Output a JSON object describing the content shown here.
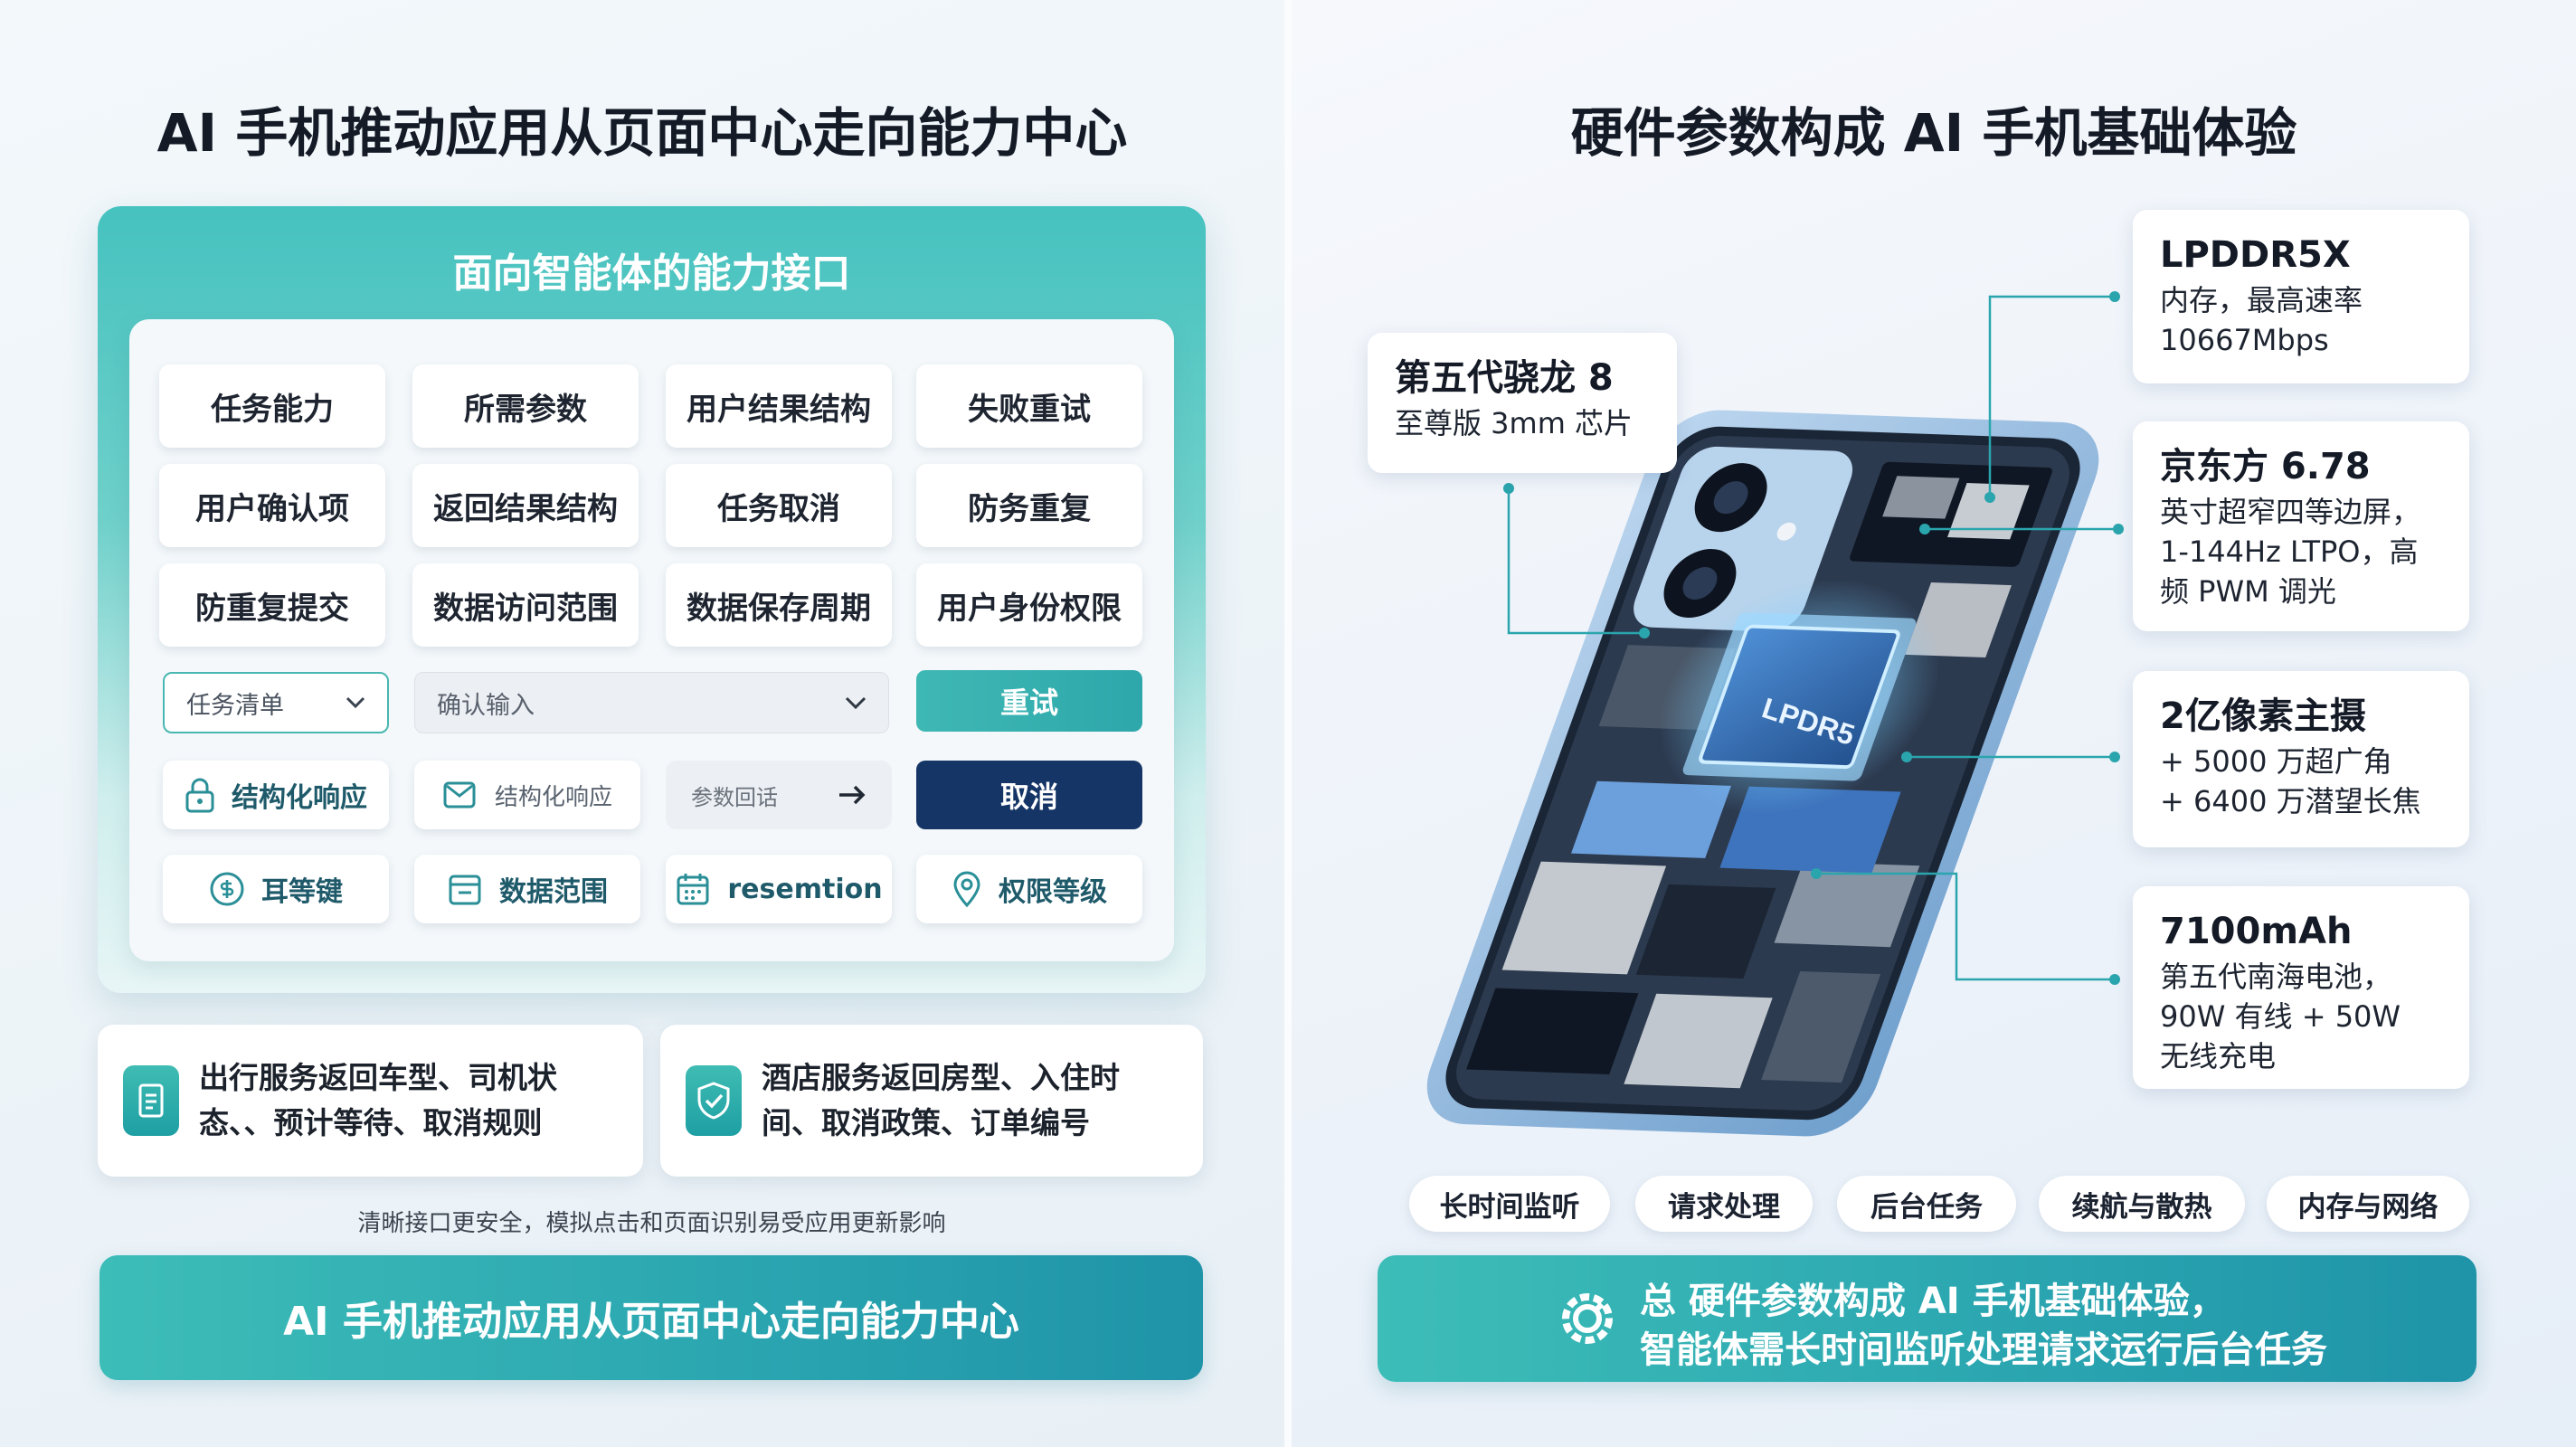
{
  "left": {
    "title": "AI 手机推动应用从页面中心走向能力中心",
    "card_title": "面向智能体的能力接口",
    "chips_row1": [
      "任务能力",
      "所需参数",
      "用户结果结构",
      "失败重试"
    ],
    "chips_row2": [
      "用户确认项",
      "返回结果结构",
      "任务取消",
      "防务重复"
    ],
    "chips_row3": [
      "防重复提交",
      "数据访问范围",
      "数据保存周期",
      "用户身份权限"
    ],
    "select_value": "任务清单",
    "input_placeholder": "确认输入",
    "retry_label": "重试",
    "row5": {
      "structured_1": "结构化响应",
      "structured_2": "结构化响应",
      "arrow_input": "参数回话",
      "cancel_label": "取消"
    },
    "row6": [
      "耳等键",
      "数据范围",
      "resemtion",
      "权限等级"
    ],
    "service_cards": [
      {
        "text": "出行服务返回车型、司机状态、、预计等待、取消规则"
      },
      {
        "text": "酒店服务返回房型、入住时间、取消政策、订单编号"
      }
    ],
    "note": "清晰接口更安全，模拟点击和页面识别易受应用更新影响",
    "banner": "AI 手机推动应用从页面中心走向能力中心"
  },
  "right": {
    "title": "硬件参数构成 AI 手机基础体验",
    "chip_label": "LPDR5",
    "chip_card": {
      "head": "第五代骁龙 8",
      "body": "至尊版 3mm 芯片"
    },
    "specs": [
      {
        "head": "LPDDR5X",
        "lines": [
          "内存，最高速率",
          "10667Mbps"
        ]
      },
      {
        "head": "京东方 6.78",
        "lines": [
          "英寸超窄四等边屏，",
          "1-144Hz LTPO，高",
          "频 PWM 调光"
        ]
      },
      {
        "head": "2亿像素主摄",
        "lines": [
          "+ 5000 万超广角",
          "+ 6400 万潜望长焦"
        ]
      },
      {
        "head": "7100mAh",
        "lines": [
          "第五代南海电池，",
          "90W 有线 + 50W",
          "无线充电"
        ]
      }
    ],
    "tags": [
      "长时间监听",
      "请求处理",
      "后台任务",
      "续航与散热",
      "内存与网络"
    ],
    "banner_line1": "总  硬件参数构成 AI 手机基础体验，",
    "banner_line2": "智能体需长时间监听处理请求运行后台任务"
  },
  "colors": {
    "teal": "#3fb8b4",
    "navy": "#143565",
    "connector": "#2aa5ad"
  }
}
